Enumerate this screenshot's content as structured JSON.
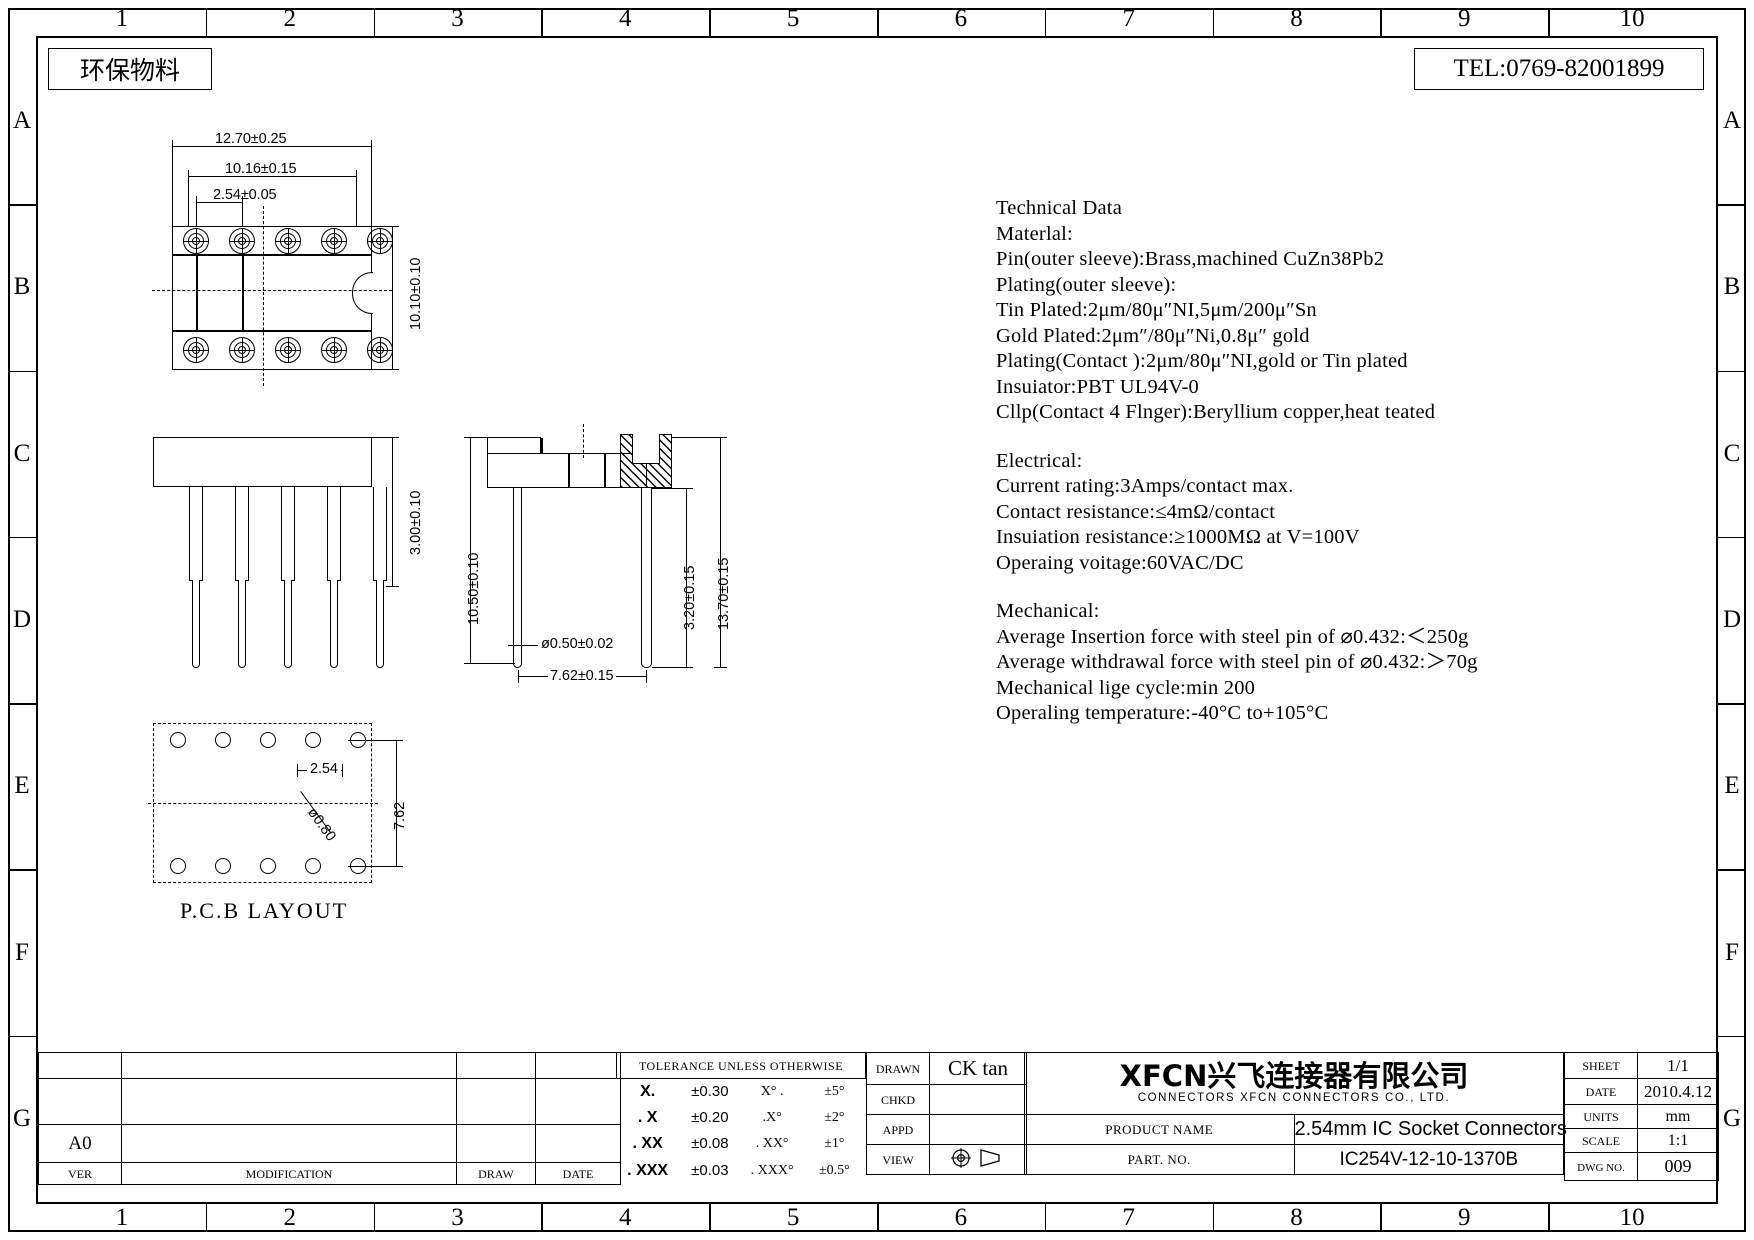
{
  "header": {
    "eco_label": "环保物料",
    "tel": "TEL:0769-82001899"
  },
  "zones": {
    "columns": [
      "1",
      "2",
      "3",
      "4",
      "5",
      "6",
      "7",
      "8",
      "9",
      "10"
    ],
    "rows": [
      "A",
      "B",
      "C",
      "D",
      "E",
      "F",
      "G"
    ]
  },
  "views": {
    "top_view": {
      "dims": [
        {
          "id": "d1",
          "text": "12.70±0.25"
        },
        {
          "id": "d2",
          "text": "10.16±0.15"
        },
        {
          "id": "d3",
          "text": "2.54±0.05"
        },
        {
          "id": "d4",
          "text": "10.10±0.10"
        }
      ]
    },
    "front_view": {
      "dims": [
        {
          "id": "d5",
          "text": "3.00±0.10"
        }
      ]
    },
    "section_view": {
      "dims": [
        {
          "id": "d6",
          "text": "10.50±0.10"
        },
        {
          "id": "d7",
          "text": "3.20±0.15"
        },
        {
          "id": "d8",
          "text": "13.70±0.15"
        },
        {
          "id": "d9",
          "text": "ø0.50±0.02"
        },
        {
          "id": "d10",
          "text": "7.62±0.15"
        }
      ]
    },
    "pcb_layout": {
      "title": "P.C.B LAYOUT",
      "dims": [
        {
          "id": "d11",
          "text": "2.54"
        },
        {
          "id": "d12",
          "text": "7.62"
        },
        {
          "id": "d13",
          "text": "ø0.80"
        }
      ]
    }
  },
  "technical": {
    "lines": [
      "Technical Data",
      "Materlal:",
      "Pin(outer sleeve):Brass,machined CuZn38Pb2",
      "Plating(outer sleeve):",
      "Tin Plated:2μm/80μ″NI,5μm/200μ″Sn",
      "Gold Plated:2μm″/80μ″Ni,0.8μ″ gold",
      "Plating(Contact ):2μm/80μ″NI,gold or Tin plated",
      "Insuiator:PBT UL94V-0",
      "Cllp(Contact 4 Flnger):Beryllium copper,heat teated",
      "",
      "Electrical:",
      "Current rating:3Amps/contact max.",
      "Contact resistance:≤4mΩ/contact",
      "Insuiation resistance:≥1000MΩ at V=100V",
      "Operaing voitage:60VAC/DC",
      "",
      "Mechanical:",
      "Average Insertion force with steel pin of ⌀0.432:＜250g",
      "Average withdrawal force with steel pin of ⌀0.432:＞70g",
      "Mechanical lige cycle:min 200",
      "Operaling temperature:-40°C  to+105°C"
    ]
  },
  "revision_table": {
    "headers": [
      "VER",
      "MODIFICATION",
      "DRAW",
      "DATE"
    ],
    "ver_value": "A0",
    "rows": [
      {
        "ver": "",
        "modification": "",
        "draw": "",
        "date": ""
      },
      {
        "ver": "",
        "modification": "",
        "draw": "",
        "date": ""
      },
      {
        "ver": "A0",
        "modification": "",
        "draw": "",
        "date": ""
      }
    ]
  },
  "tolerance": {
    "title": "TOLERANCE UNLESS OTHERWISE",
    "rows": [
      {
        "lin": "X.",
        "lin_tol": "±0.30",
        "ang": "X° .",
        "ang_tol": "±5°"
      },
      {
        "lin": ". X",
        "lin_tol": "±0.20",
        "ang": ".X°",
        "ang_tol": "±2°"
      },
      {
        "lin": ". XX",
        "lin_tol": "±0.08",
        "ang": ". XX°",
        "ang_tol": "±1°"
      },
      {
        "lin": ". XXX",
        "lin_tol": "±0.03",
        "ang": ". XXX°",
        "ang_tol": "±0.5°"
      }
    ]
  },
  "approval": {
    "rows": [
      {
        "label": "DRAWN",
        "value": "CK tan"
      },
      {
        "label": "CHKD",
        "value": ""
      },
      {
        "label": "APPD",
        "value": ""
      },
      {
        "label": "VIEW",
        "value": ""
      }
    ]
  },
  "company": {
    "logo_main": "XFCN兴飞连接器有限公司",
    "logo_sub": "CONNECTORS XFCN CONNECTORS CO., LTD."
  },
  "product": {
    "product_name_label": "PRODUCT NAME",
    "product_name": "2.54mm IC Socket Connectors",
    "part_no_label": "PART. NO.",
    "part_no": "IC254V-12-10-1370B"
  },
  "sheet_info": {
    "rows": [
      {
        "label": "SHEET",
        "value": "1/1"
      },
      {
        "label": "DATE",
        "value": "2010.4.12"
      },
      {
        "label": "UNITS",
        "value": "mm"
      },
      {
        "label": "SCALE",
        "value": "1:1"
      },
      {
        "label": "DWG NO.",
        "value": "009"
      }
    ]
  }
}
